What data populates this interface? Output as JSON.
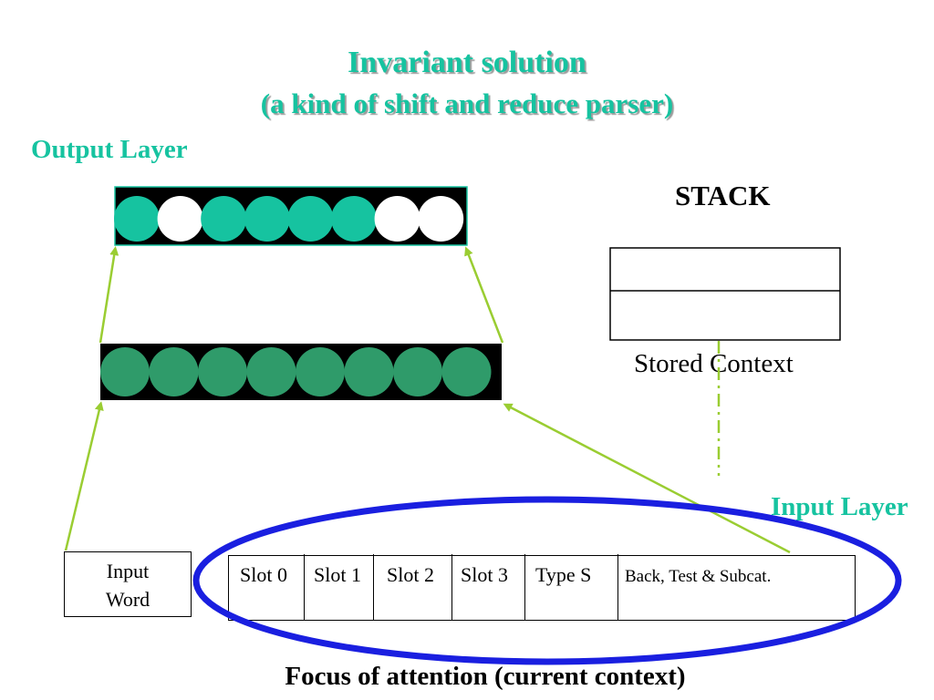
{
  "title": {
    "line1": "Invariant solution",
    "line2": "(a kind of shift and reduce parser)"
  },
  "labels": {
    "output_layer": "Output Layer",
    "input_layer": "Input Layer",
    "stack": "STACK",
    "stored_context": "Stored Context",
    "focus": "Focus of attention (current context)"
  },
  "output_layer": {
    "units": [
      "filled",
      "empty",
      "filled",
      "filled",
      "filled",
      "filled",
      "empty",
      "empty"
    ]
  },
  "hidden_layer": {
    "unit_count": 8
  },
  "input_word": {
    "line1": "Input",
    "line2": "Word"
  },
  "slots": [
    "Slot 0",
    "Slot 1",
    "Slot 2",
    "Slot 3",
    "Type S",
    "Back, Test & Subcat."
  ],
  "colors": {
    "teal": "#16c3a0",
    "hidden_green": "#2f9b6a",
    "arrow_green": "#9acd32",
    "ellipse_blue": "#1a1fe0"
  }
}
